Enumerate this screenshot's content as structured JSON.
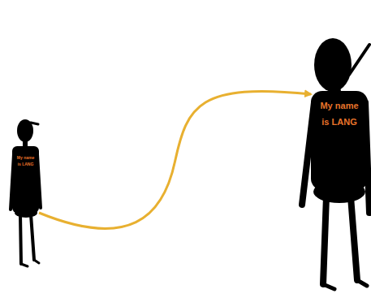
{
  "diagram": {
    "nodes": [
      {
        "text": [
          "My name is LANG"
        ]
      },
      {
        "text": [
          "My name is LANG"
        ]
      }
    ],
    "edges": [
      {
        "from": 0,
        "to": 1,
        "arrow": "to"
      }
    ]
  }
}
